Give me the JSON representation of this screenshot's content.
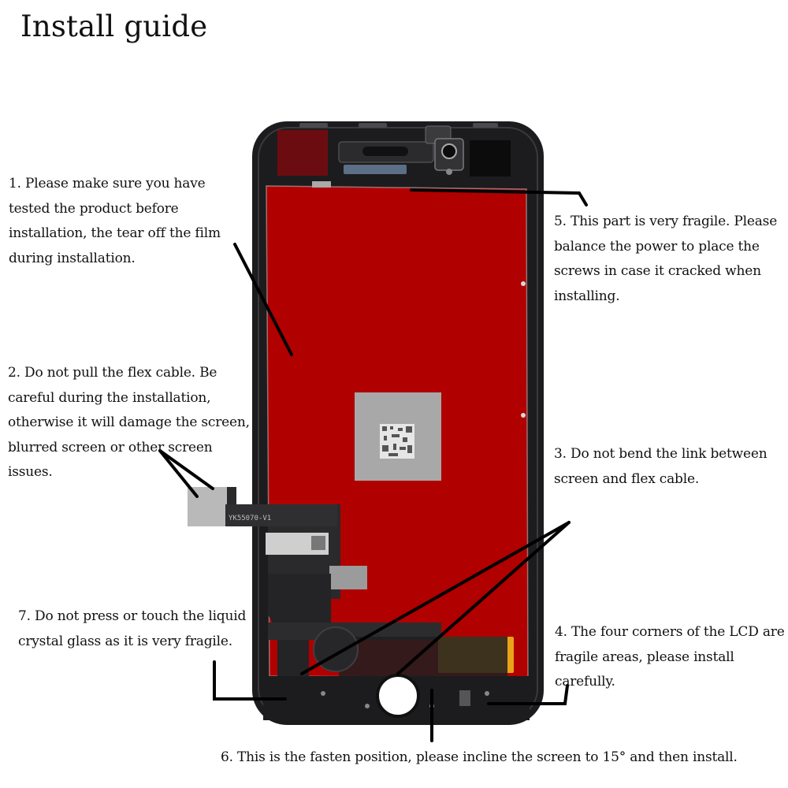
{
  "title": "Install guide",
  "notes": {
    "n1": "1. Please make sure you have tested the product before installation, the tear off the film during installation.",
    "n2": "2. Do not pull the flex cable. Be careful during the installation, otherwise it will damage the screen, blurred screen or other screen issues.",
    "n3": "3. Do not bend the link between screen and flex cable.",
    "n4": "4. The four corners of the LCD are fragile areas, please install carefully.",
    "n5": "5. This part is very fragile. Please balance the power to place the screws in case it cracked when installing.",
    "n6": "6. This is the fasten position, please incline the screen to 15° and then install.",
    "n7": "7. Do not press or touch the liquid crystal glass as it is very fragile."
  },
  "flex_label": "YK55070-V1",
  "colors": {
    "frame": "#1c1c1e",
    "panel": "#b00000",
    "chip": "#a8a8a8",
    "cable": "#2a2a2c",
    "tape": "#e8a317",
    "arrow": "#000000"
  }
}
